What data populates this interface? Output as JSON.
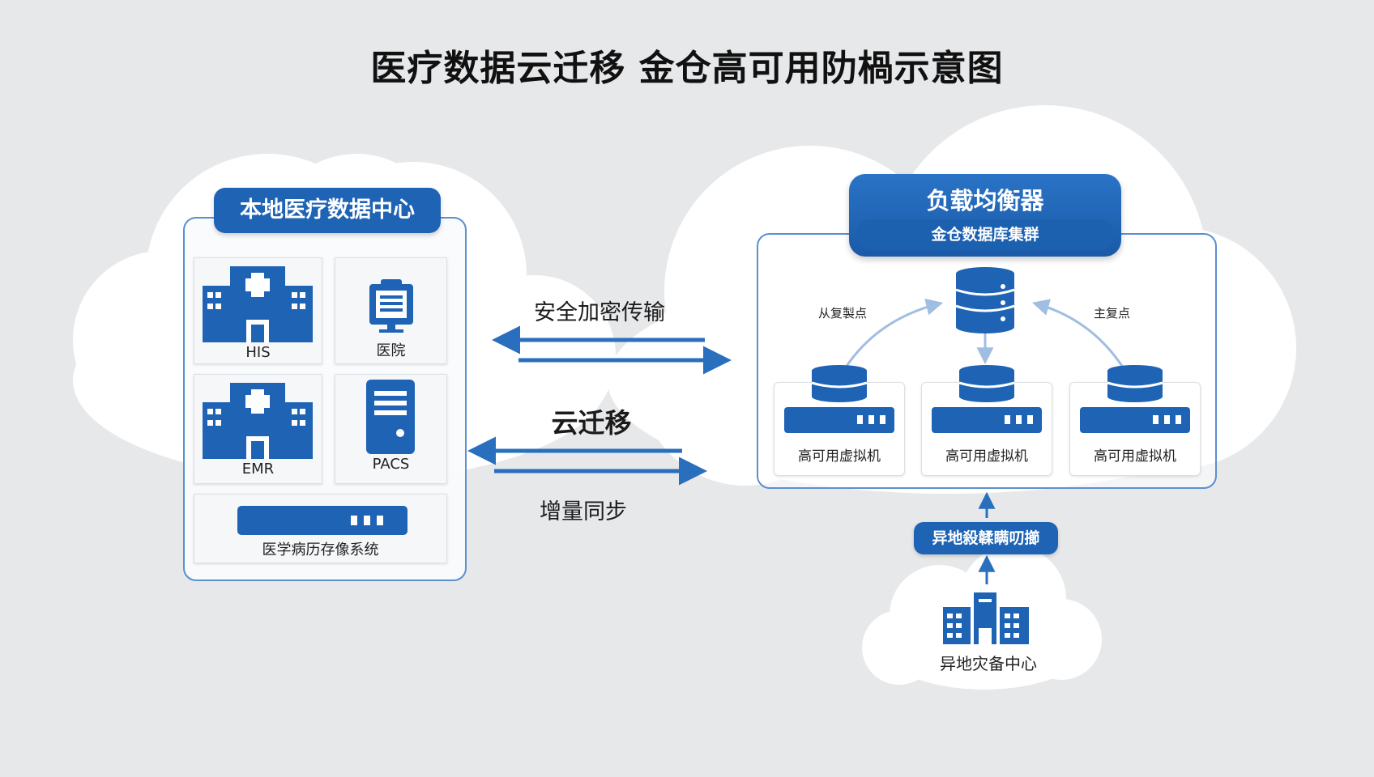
{
  "title": "医疗数据云迁移 金仓高可用阞楇示意图",
  "local_center": {
    "title": "本地医疗数据中心",
    "tiles": [
      {
        "label": "HIS",
        "icon": "hospital-building-icon"
      },
      {
        "label": "医院",
        "icon": "clipboard-monitor-icon"
      },
      {
        "label": "EMR",
        "icon": "hospital-building-icon"
      },
      {
        "label": "PACS",
        "icon": "server-tower-icon"
      }
    ],
    "storage_label": "医学病历存像系统"
  },
  "transfer": {
    "encrypted_label": "安全加密传输",
    "migration_label": "云迁移",
    "sync_label": "增量同步"
  },
  "cloud_cluster": {
    "load_balancer": "负载均衡器",
    "cluster_name": "金仓数据库集群",
    "slave_label": "从复製点",
    "master_label": "主复点",
    "vms": [
      "高可用虚拟机",
      "高可用虚拟机",
      "高可用虚拟机"
    ]
  },
  "offsite": {
    "label": "异地殺韖瞒叨擳",
    "dr_center": "异地灾备中心"
  },
  "colors": {
    "primary_blue": "#1e63b4",
    "background": "#e7e8ea",
    "cloud_white": "#ffffff"
  }
}
